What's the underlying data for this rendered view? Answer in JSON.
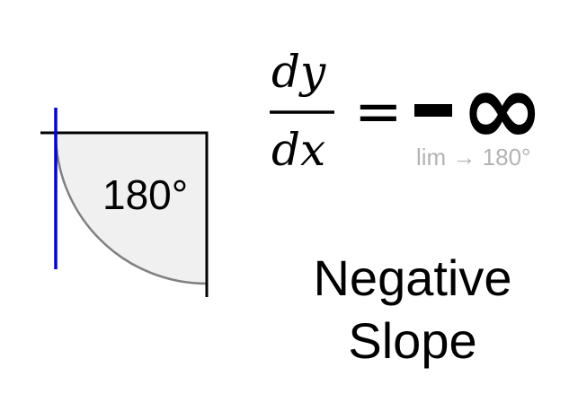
{
  "quadrant": {
    "angle_label": "180°",
    "fill_color": "#f0f0f0",
    "arc_color": "#808080",
    "tangent_color": "#0000e6"
  },
  "equation": {
    "numerator": "dy",
    "denominator": "dx",
    "equals": "=",
    "sign": "-",
    "value": "∞",
    "limit_label": "lim → 180°",
    "limit_color": "#b3b3b3"
  },
  "caption": {
    "line1": "Negative",
    "line2": "Slope"
  }
}
